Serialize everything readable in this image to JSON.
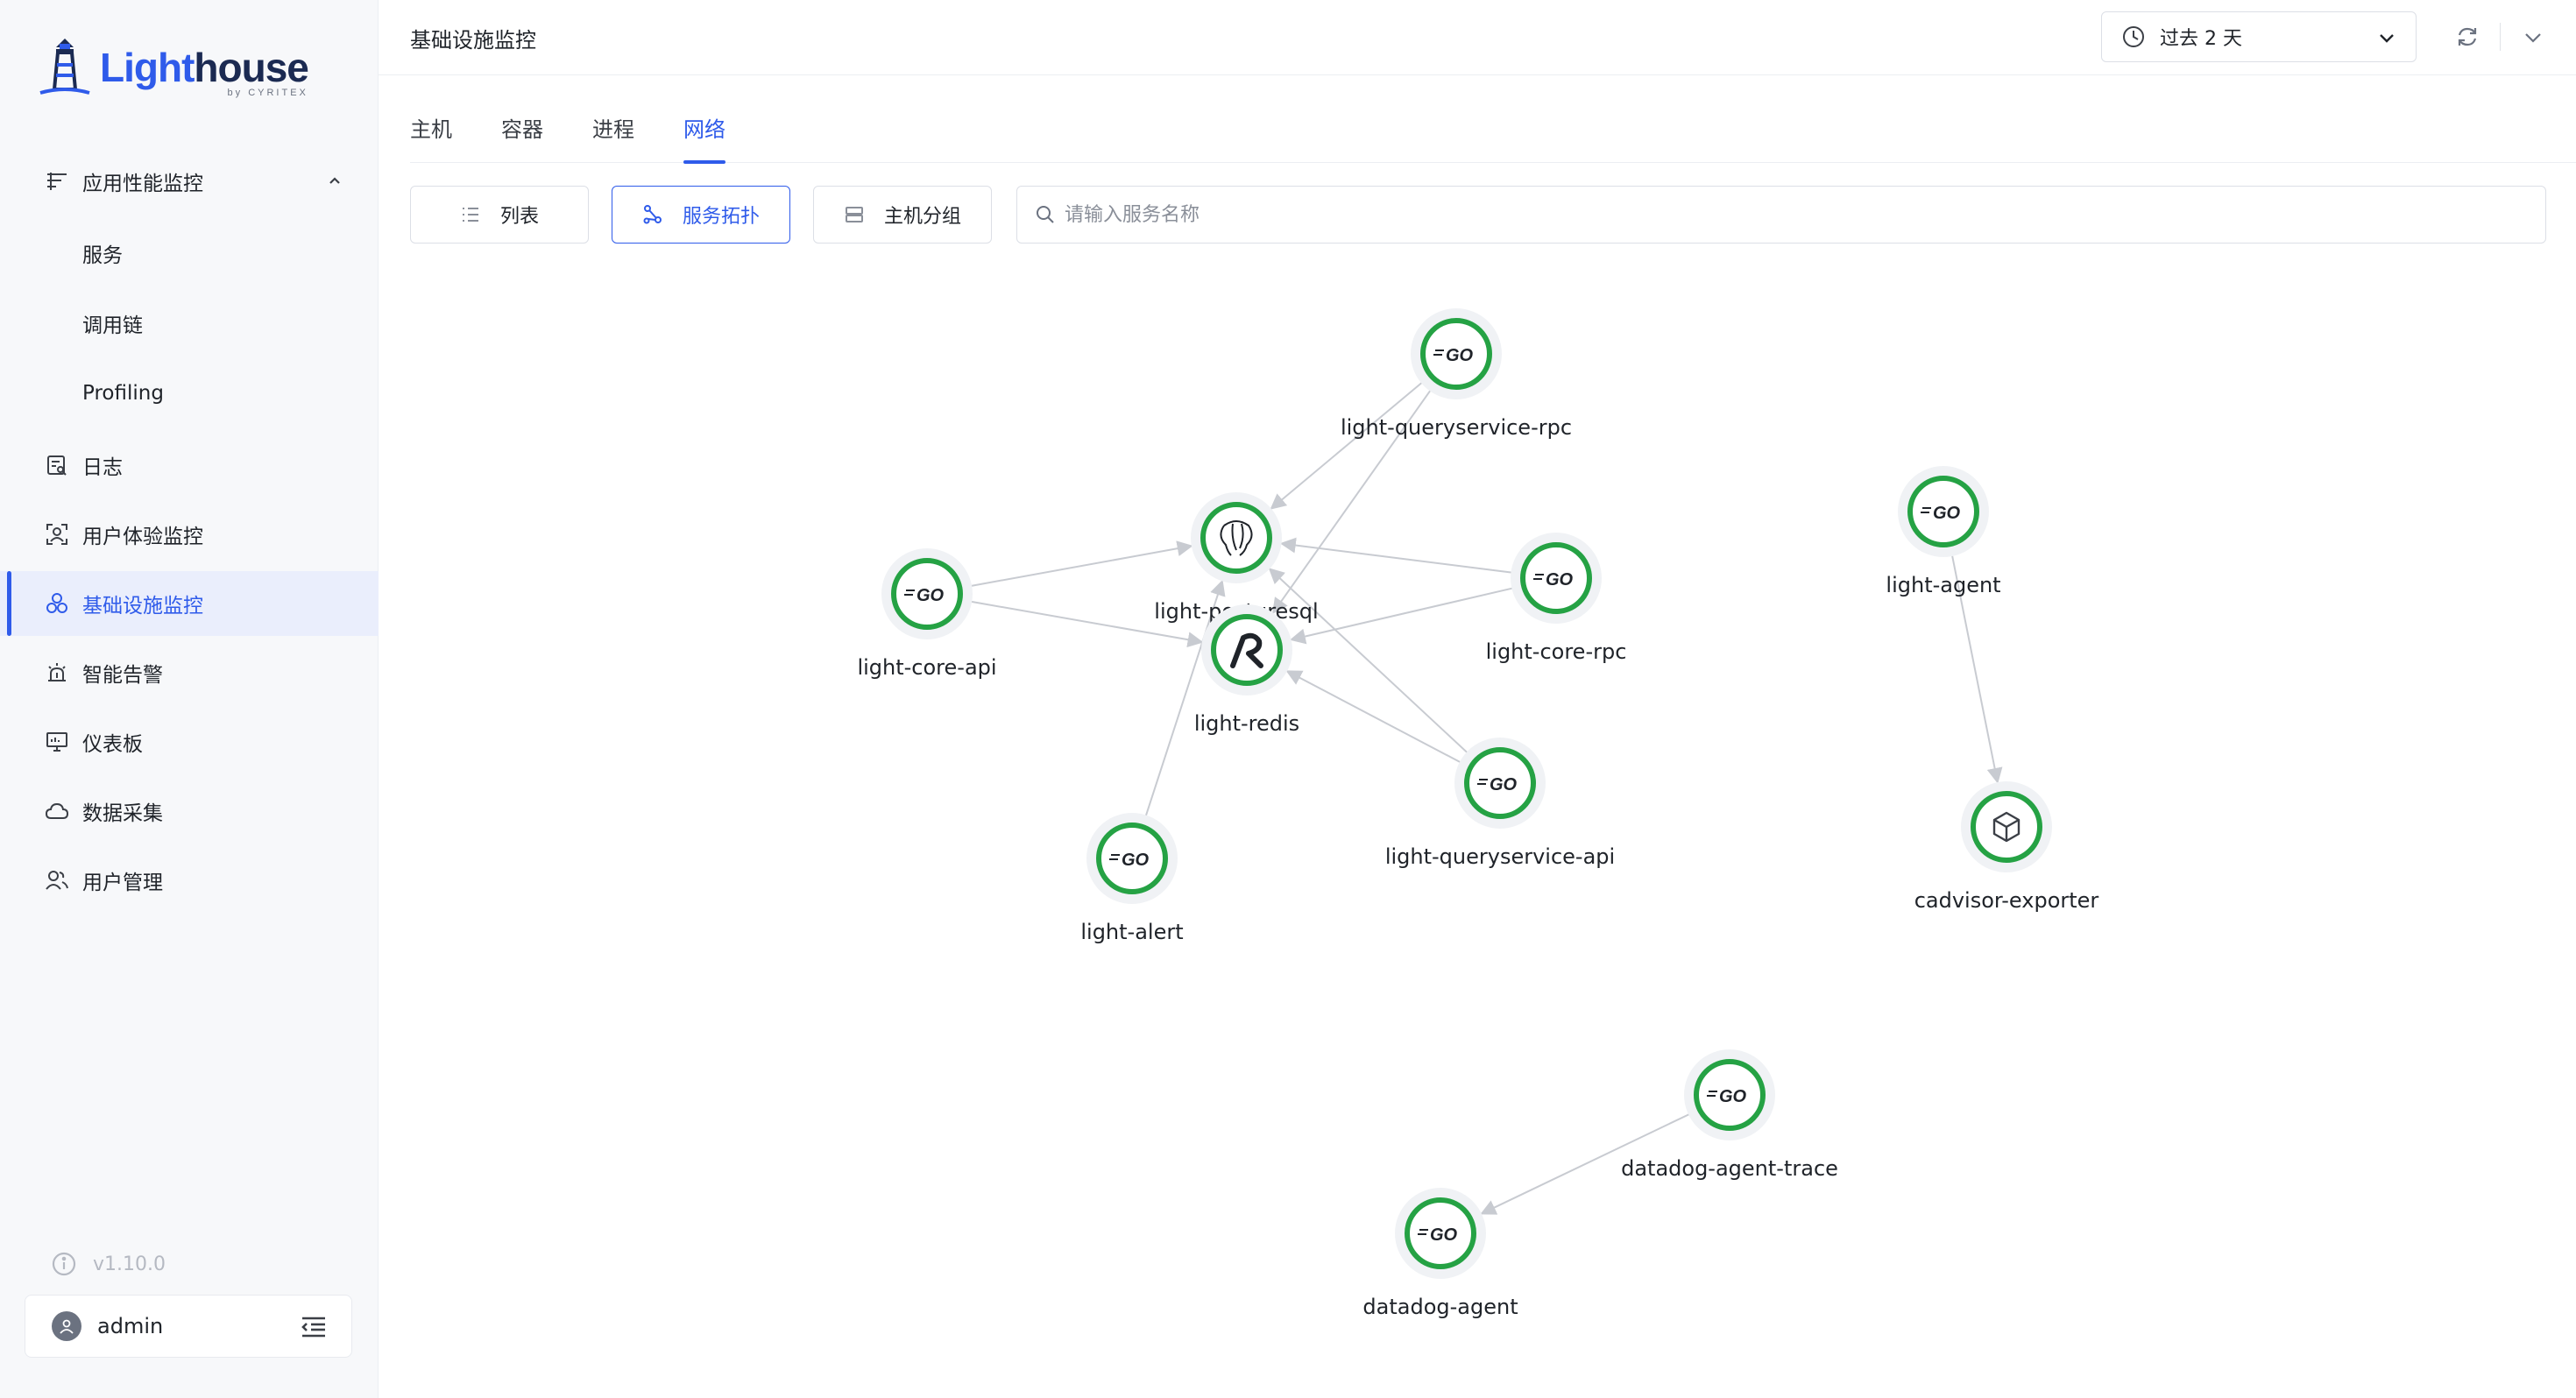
{
  "app": {
    "logo_primary": "Light",
    "logo_secondary": "house",
    "logo_sub": "by CYRITEX"
  },
  "sidebar": {
    "items": [
      {
        "key": "apm",
        "label": "应用性能监控",
        "icon": "filter-lines-icon",
        "expanded": true,
        "children": [
          {
            "label": "服务"
          },
          {
            "label": "调用链"
          },
          {
            "label": "Profiling"
          }
        ]
      },
      {
        "key": "logs",
        "label": "日志",
        "icon": "log-search-icon"
      },
      {
        "key": "rum",
        "label": "用户体验监控",
        "icon": "user-scan-icon"
      },
      {
        "key": "infra",
        "label": "基础设施监控",
        "icon": "cluster-icon",
        "active": true
      },
      {
        "key": "alert",
        "label": "智能告警",
        "icon": "alarm-light-icon"
      },
      {
        "key": "dashboard",
        "label": "仪表板",
        "icon": "monitor-icon"
      },
      {
        "key": "collect",
        "label": "数据采集",
        "icon": "cloud-icon"
      },
      {
        "key": "users",
        "label": "用户管理",
        "icon": "users-icon"
      }
    ],
    "version": "v1.10.0",
    "user": "admin"
  },
  "header": {
    "title": "基础设施监控",
    "time_range": "过去 2 天"
  },
  "tabs": [
    {
      "label": "主机"
    },
    {
      "label": "容器"
    },
    {
      "label": "进程"
    },
    {
      "label": "网络",
      "active": true
    }
  ],
  "toolbar": {
    "list_label": "列表",
    "topology_label": "服务拓扑",
    "group_label": "主机分组",
    "search_placeholder": "请输入服务名称"
  },
  "topology": {
    "nodes": [
      {
        "id": "qrpc",
        "name": "light-queryservice-rpc",
        "type": "go"
      },
      {
        "id": "pg",
        "name": "light-postgresql",
        "type": "postgresql"
      },
      {
        "id": "coreapi",
        "name": "light-core-api",
        "type": "go"
      },
      {
        "id": "corerpc",
        "name": "light-core-rpc",
        "type": "go"
      },
      {
        "id": "redis",
        "name": "light-redis",
        "type": "redis"
      },
      {
        "id": "qapi",
        "name": "light-queryservice-api",
        "type": "go"
      },
      {
        "id": "alert",
        "name": "light-alert",
        "type": "go"
      },
      {
        "id": "agent",
        "name": "light-agent",
        "type": "go"
      },
      {
        "id": "cadvisor",
        "name": "cadvisor-exporter",
        "type": "container"
      },
      {
        "id": "ddtrace",
        "name": "datadog-agent-trace",
        "type": "go"
      },
      {
        "id": "ddagent",
        "name": "datadog-agent",
        "type": "go"
      }
    ],
    "edges": [
      {
        "from": "qrpc",
        "to": "pg"
      },
      {
        "from": "qrpc",
        "to": "redis"
      },
      {
        "from": "coreapi",
        "to": "pg"
      },
      {
        "from": "coreapi",
        "to": "redis"
      },
      {
        "from": "corerpc",
        "to": "pg"
      },
      {
        "from": "corerpc",
        "to": "redis"
      },
      {
        "from": "qapi",
        "to": "pg"
      },
      {
        "from": "qapi",
        "to": "redis"
      },
      {
        "from": "alert",
        "to": "pg"
      },
      {
        "from": "agent",
        "to": "cadvisor"
      },
      {
        "from": "ddtrace",
        "to": "ddagent"
      }
    ]
  }
}
